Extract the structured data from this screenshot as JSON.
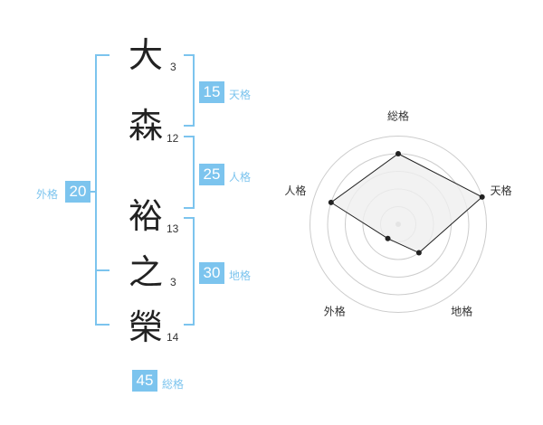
{
  "name": {
    "chars": [
      {
        "char": "大",
        "strokes": "3"
      },
      {
        "char": "森",
        "strokes": "12"
      },
      {
        "char": "裕",
        "strokes": "13"
      },
      {
        "char": "之",
        "strokes": "3"
      },
      {
        "char": "榮",
        "strokes": "14"
      }
    ]
  },
  "fortunes": {
    "tenkaku": {
      "value": "15",
      "label": "天格"
    },
    "jinkaku": {
      "value": "25",
      "label": "人格"
    },
    "chikaku": {
      "value": "30",
      "label": "地格"
    },
    "gaikaku": {
      "value": "20",
      "label": "外格"
    },
    "soukaku": {
      "value": "45",
      "label": "総格"
    }
  },
  "radar": {
    "axes": [
      "総格",
      "天格",
      "地格",
      "外格",
      "人格"
    ],
    "levels": [
      4,
      5,
      2,
      1,
      4
    ],
    "max_level": 5
  },
  "colors": {
    "accent": "#7cc4ee",
    "radar_fill": "#efefef",
    "ring": "#cccccc"
  }
}
